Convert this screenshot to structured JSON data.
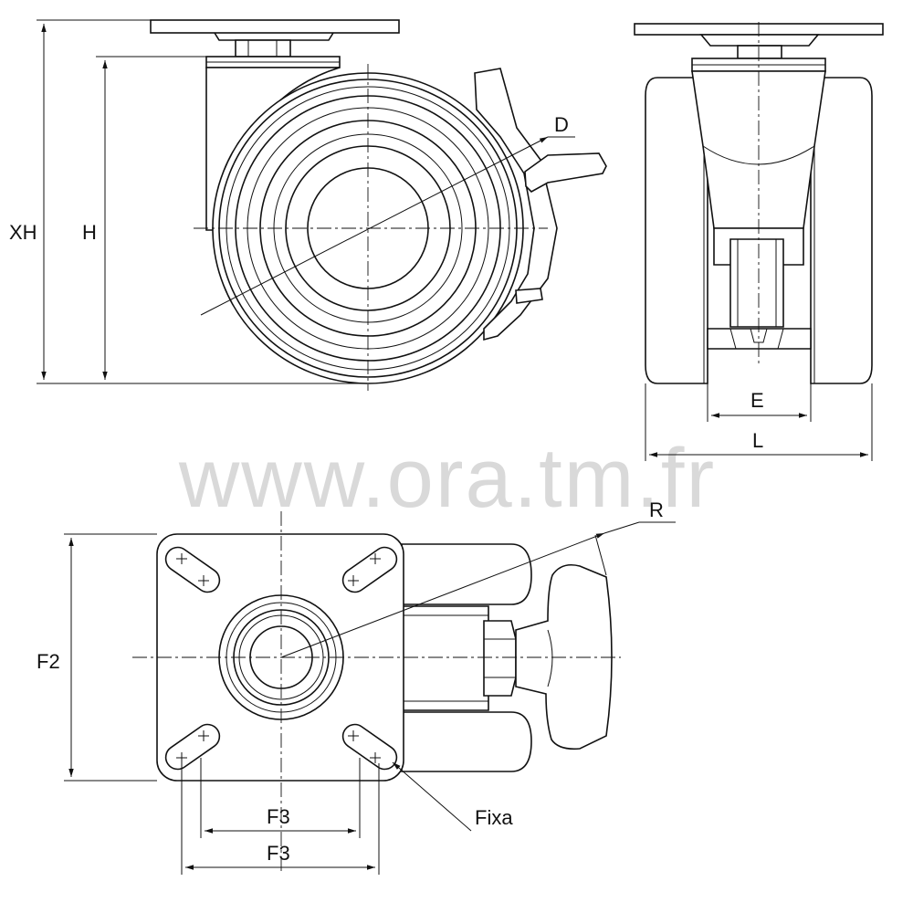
{
  "watermark": "www.ora.tm.fr",
  "labels": {
    "xh": "XH",
    "h": "H",
    "d": "D",
    "e": "E",
    "l": "L",
    "r": "R",
    "f2": "F2",
    "f3_inner": "F3",
    "f3_outer": "F3",
    "fixa": "Fixa"
  }
}
